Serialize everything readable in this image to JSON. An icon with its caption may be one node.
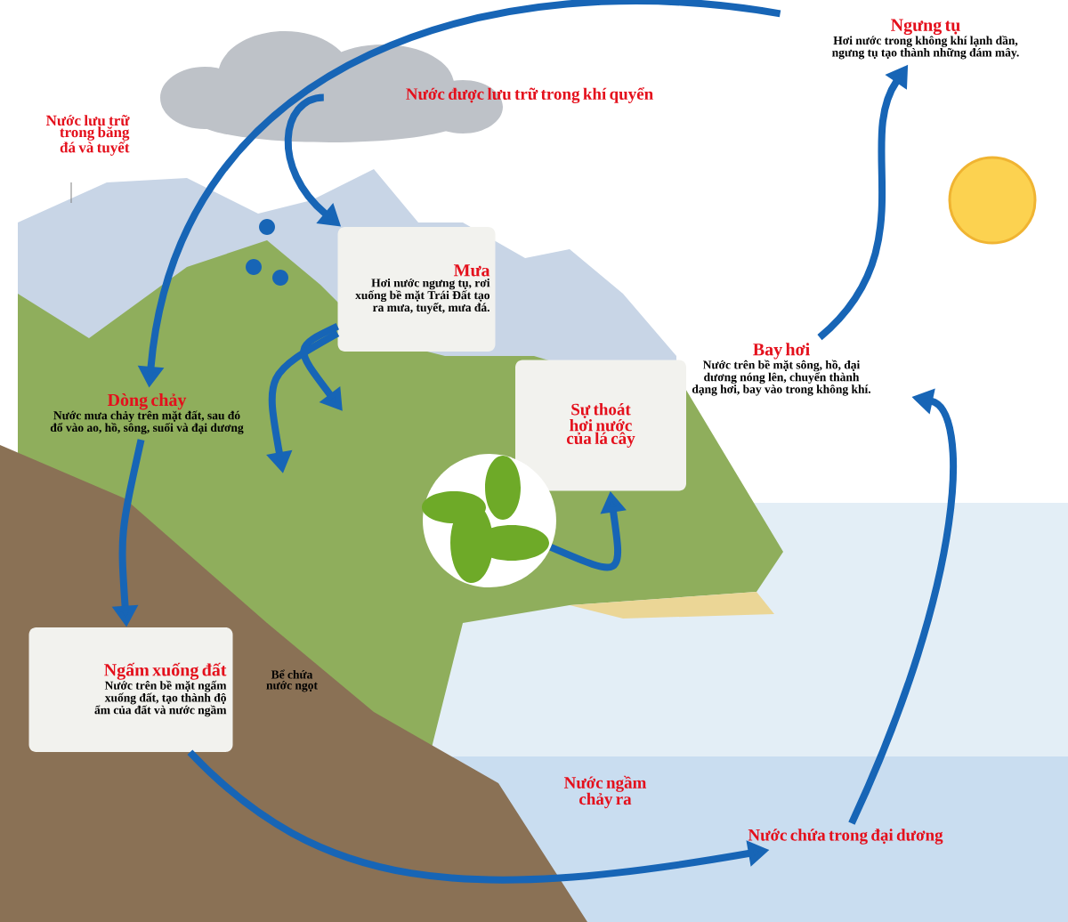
{
  "diagram": {
    "nodes": [
      {
        "text": [
          "Ngưng tụ",
          "Hơi nước trong không khí lạnh dần, ngưng tụ tạo thành những đám mây."
        ]
      },
      {
        "text": [
          "Nước được lưu trữ trong khí quyển"
        ]
      },
      {
        "text": [
          "Nước lưu trữ trong băng đá và tuyết"
        ]
      },
      {
        "text": [
          "Mưa",
          "Hơi nước ngưng tụ, rơi xuống bề mặt Trái Đất tạo ra mưa, tuyết, mưa đá."
        ]
      },
      {
        "text": [
          "Bay hơi",
          "Nước trên bề mặt sông, hồ, đại dương nóng lên, chuyển thành dạng hơi, bay vào trong không khí."
        ]
      },
      {
        "text": [
          "Dòng chảy",
          "Nước mưa chảy trên mặt đất, sau đó đổ vào ao, hồ, sông, suối và đại dương"
        ]
      },
      {
        "text": [
          "Sự thoát hơi nước của lá cây"
        ]
      },
      {
        "text": [],
        "shape": "circle"
      },
      {
        "text": [
          "Ngấm xuống đất",
          "Nước trên bề mặt ngấm xuống đất, tạo thành độ ẩm của đất và nước ngầm"
        ]
      },
      {
        "text": [
          "Bể chứa nước ngọt"
        ]
      },
      {
        "text": [
          "Nước chứa trong đại dương"
        ]
      }
    ],
    "edges": [
      {
        "from": 10,
        "to": 4,
        "arrow": "to"
      },
      {
        "from": 4,
        "to": 0,
        "arrow": "to"
      },
      {
        "from": 0,
        "to": 5,
        "arrow": "to"
      },
      {
        "from": 1,
        "to": 3,
        "arrow": "to"
      },
      {
        "from": 3,
        "to": null,
        "arrow": "to"
      },
      {
        "from": 3,
        "to": null,
        "arrow": "to"
      },
      {
        "from": 5,
        "to": 8,
        "arrow": "to"
      },
      {
        "from": 8,
        "to": 10,
        "arrow": "to",
        "label": "Nước ngầm chảy ra"
      },
      {
        "from": 7,
        "to": 6,
        "arrow": "to"
      }
    ]
  }
}
